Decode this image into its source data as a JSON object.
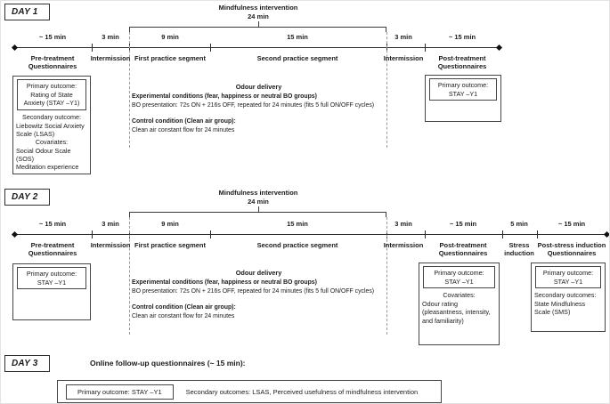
{
  "day1": {
    "label": "DAY 1",
    "mindfulness_title": "Mindfulness intervention",
    "mindfulness_duration": "24 min",
    "seg": {
      "pre_time": "~ 15 min",
      "pre": "Pre-treatment Questionnaires",
      "int1_time": "3 min",
      "int1": "Intermission",
      "first_time": "9 min",
      "first": "First practice segment",
      "second_time": "15 min",
      "second": "Second practice segment",
      "int2_time": "3 min",
      "int2": "Intermission",
      "post_time": "~ 15 min",
      "post": "Post-treatment Questionnaires"
    },
    "pre_box": {
      "primary": "Primary outcome: Rating of State Anxiety (STAY –Y1)",
      "secondary_heading": "Secondary outcome:",
      "secondary": "Liebowitz Social Anxiety Scale (LSAS)",
      "covariates_heading": "Covariates:",
      "covariate_1": "Social Odour Scale (SOS)",
      "covariate_2": "Meditation experience"
    },
    "odour": {
      "title": "Odour delivery",
      "experimental_heading": "Experimental conditions (fear, happiness or neutral BO groups)",
      "experimental": "BO presentation: 72s ON + 216s OFF, repeated for 24 minutes (fits 5 full ON/OFF cycles)",
      "control_heading": "Control condition (Clean air group):",
      "control": "Clean air constant flow for 24 minutes"
    },
    "post_box": {
      "primary": "Primary outcome: STAY –Y1"
    }
  },
  "day2": {
    "label": "DAY 2",
    "mindfulness_title": "Mindfulness intervention",
    "mindfulness_duration": "24 min",
    "seg": {
      "pre_time": "~ 15 min",
      "pre": "Pre-treatment Questionnaires",
      "int1_time": "3 min",
      "int1": "Intermission",
      "first_time": "9 min",
      "first": "First practice segment",
      "second_time": "15 min",
      "second": "Second practice segment",
      "int2_time": "3 min",
      "int2": "Intermission",
      "post_time": "~ 15 min",
      "post": "Post-treatment Questionnaires",
      "stress_time": "5 min",
      "stress": "Stress induction",
      "poststress_time": "~ 15 min",
      "poststress": "Post-stress induction Questionnaires"
    },
    "pre_box": {
      "primary": "Primary outcome: STAY –Y1"
    },
    "odour": {
      "title": "Odour delivery",
      "experimental_heading": "Experimental conditions (fear, happiness or neutral BO groups)",
      "experimental": "BO presentation: 72s ON + 216s OFF, repeated for 24 minutes (fits 5 full ON/OFF cycles)",
      "control_heading": "Control condition (Clean air group):",
      "control": "Clean air constant flow for 24 minutes"
    },
    "post_box": {
      "primary": "Primary outcome: STAY –Y1",
      "covariates_heading": "Covariates:",
      "covariates": "Odour rating (pleasantness, intensity, and familiarity)"
    },
    "poststress_box": {
      "primary": "Primary outcome: STAY –Y1",
      "secondary": "Secondary outcomes: State Mindfulness Scale (SMS)"
    }
  },
  "day3": {
    "label": "DAY 3",
    "heading": "Online follow-up questionnaires (~ 15 min):",
    "primary": "Primary outcome: STAY –Y1",
    "secondary": "Secondary outcomes: LSAS, Perceived usefulness of mindfulness intervention"
  }
}
